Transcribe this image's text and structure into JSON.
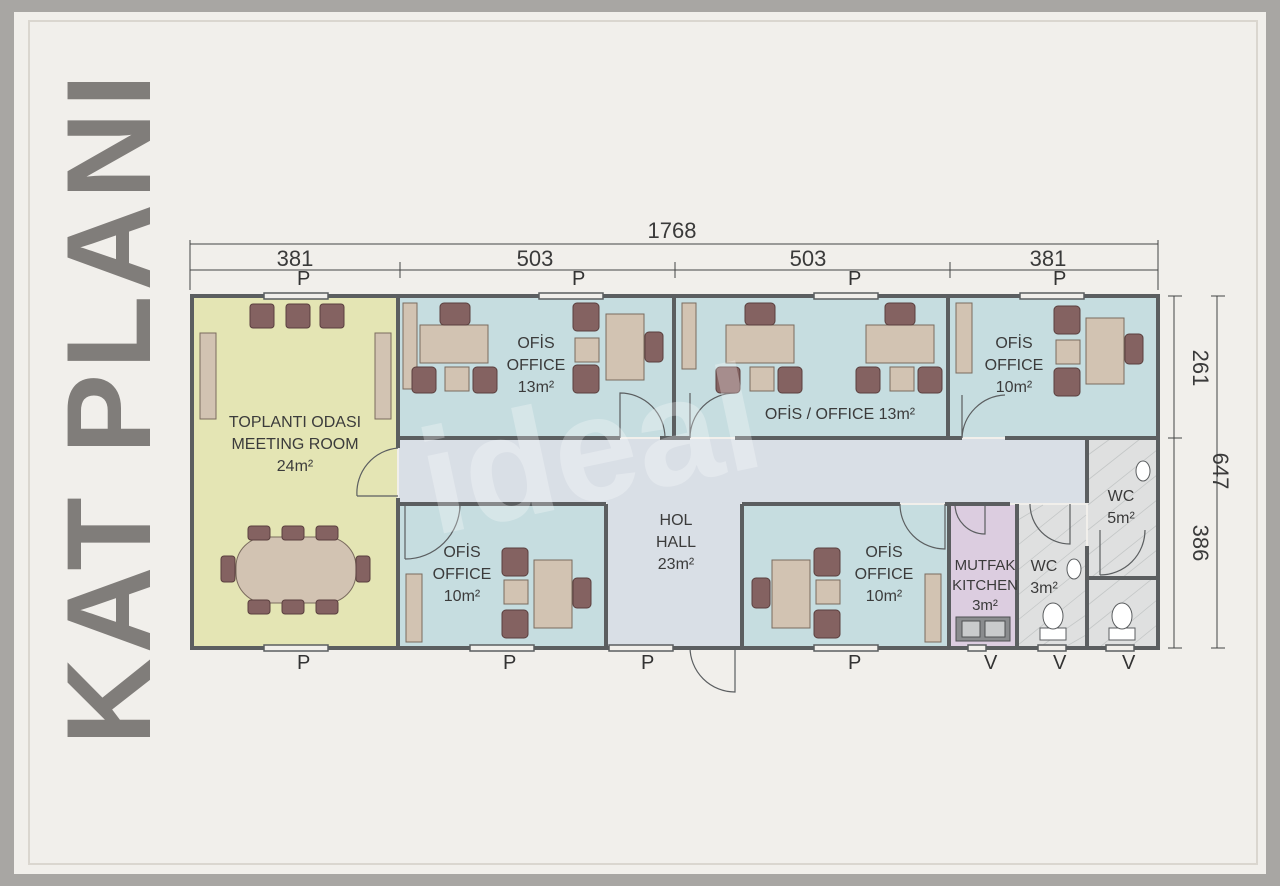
{
  "page_title": "KAT PLANI",
  "dimensions": {
    "total_width": "1768",
    "segments": [
      "381",
      "503",
      "503",
      "381"
    ],
    "total_depth": "647",
    "depth_segments": [
      "261",
      "386"
    ]
  },
  "rooms": {
    "meeting": {
      "line1": "TOPLANTI ODASI",
      "line2": "MEETING ROOM",
      "area": "24m²"
    },
    "office_top_1": {
      "line1": "OFİS",
      "line2": "OFFICE",
      "area": "13m²"
    },
    "office_top_2": {
      "line1": "OFİS / OFFICE 13m²"
    },
    "office_top_3": {
      "line1": "OFİS",
      "line2": "OFFICE",
      "area": "10m²"
    },
    "office_bottom_1": {
      "line1": "OFİS",
      "line2": "OFFICE",
      "area": "10m²"
    },
    "hall": {
      "line1": "HOL",
      "line2": "HALL",
      "area": "23m²"
    },
    "office_bottom_2": {
      "line1": "OFİS",
      "line2": "OFFICE",
      "area": "10m²"
    },
    "kitchen": {
      "line1": "MUTFAK",
      "line2": "KITCHEN",
      "area": "3m²"
    },
    "wc_small": {
      "line1": "WC",
      "area": "3m²"
    },
    "wc_large": {
      "line1": "WC",
      "area": "5m²"
    }
  },
  "window_labels": {
    "panel": "P",
    "vent": "V"
  },
  "colors": {
    "meeting_fill": "#e4e5b4",
    "office_fill": "#c6dde0",
    "hall_fill": "#d9dfe6",
    "kitchen_fill": "#dccde0",
    "wall": "#5b5e60",
    "furniture": "#d2c3b2",
    "chair": "#846261"
  }
}
